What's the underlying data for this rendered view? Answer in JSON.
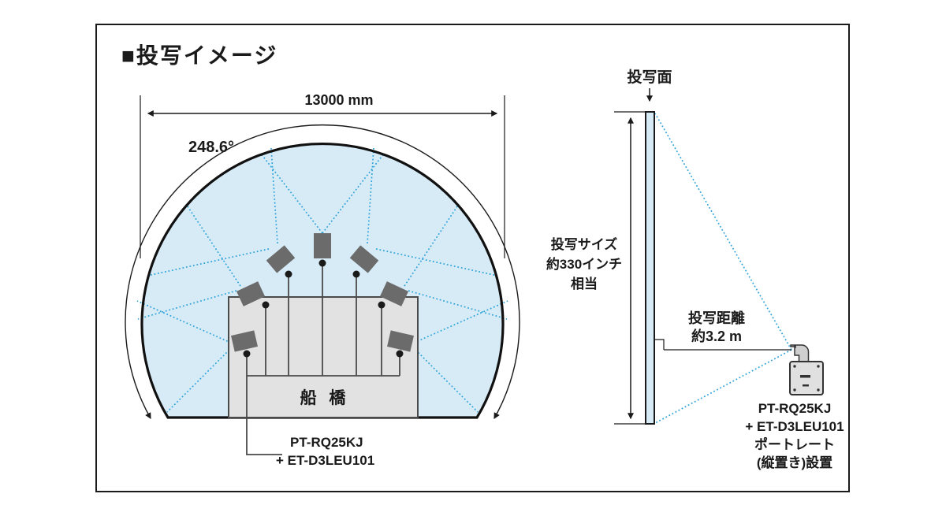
{
  "figure": {
    "title": "■投写イメージ"
  },
  "colors": {
    "dome_fill": "#d7ebf7",
    "beam_blue": "#2ea3d9",
    "structure_gray": "#e2e2e2",
    "projector_gray": "#6b6b6b",
    "line_dark": "#1a1a1a"
  },
  "dome_diagram": {
    "width_label": "13000 mm",
    "angle_label": "248.6°",
    "bridge_label": "船 橋",
    "projector_label": [
      "PT-RQ25KJ",
      "+ ET-D3LEU101"
    ]
  },
  "side_diagram": {
    "screen_label": "投写面",
    "size_label": [
      "投写サイズ",
      "約330インチ",
      "相当"
    ],
    "distance_label": [
      "投写距離",
      "約3.2 m"
    ],
    "projector_caption": [
      "PT-RQ25KJ",
      "+ ET-D3LEU101",
      "ポートレート",
      "(縦置き)設置"
    ]
  }
}
